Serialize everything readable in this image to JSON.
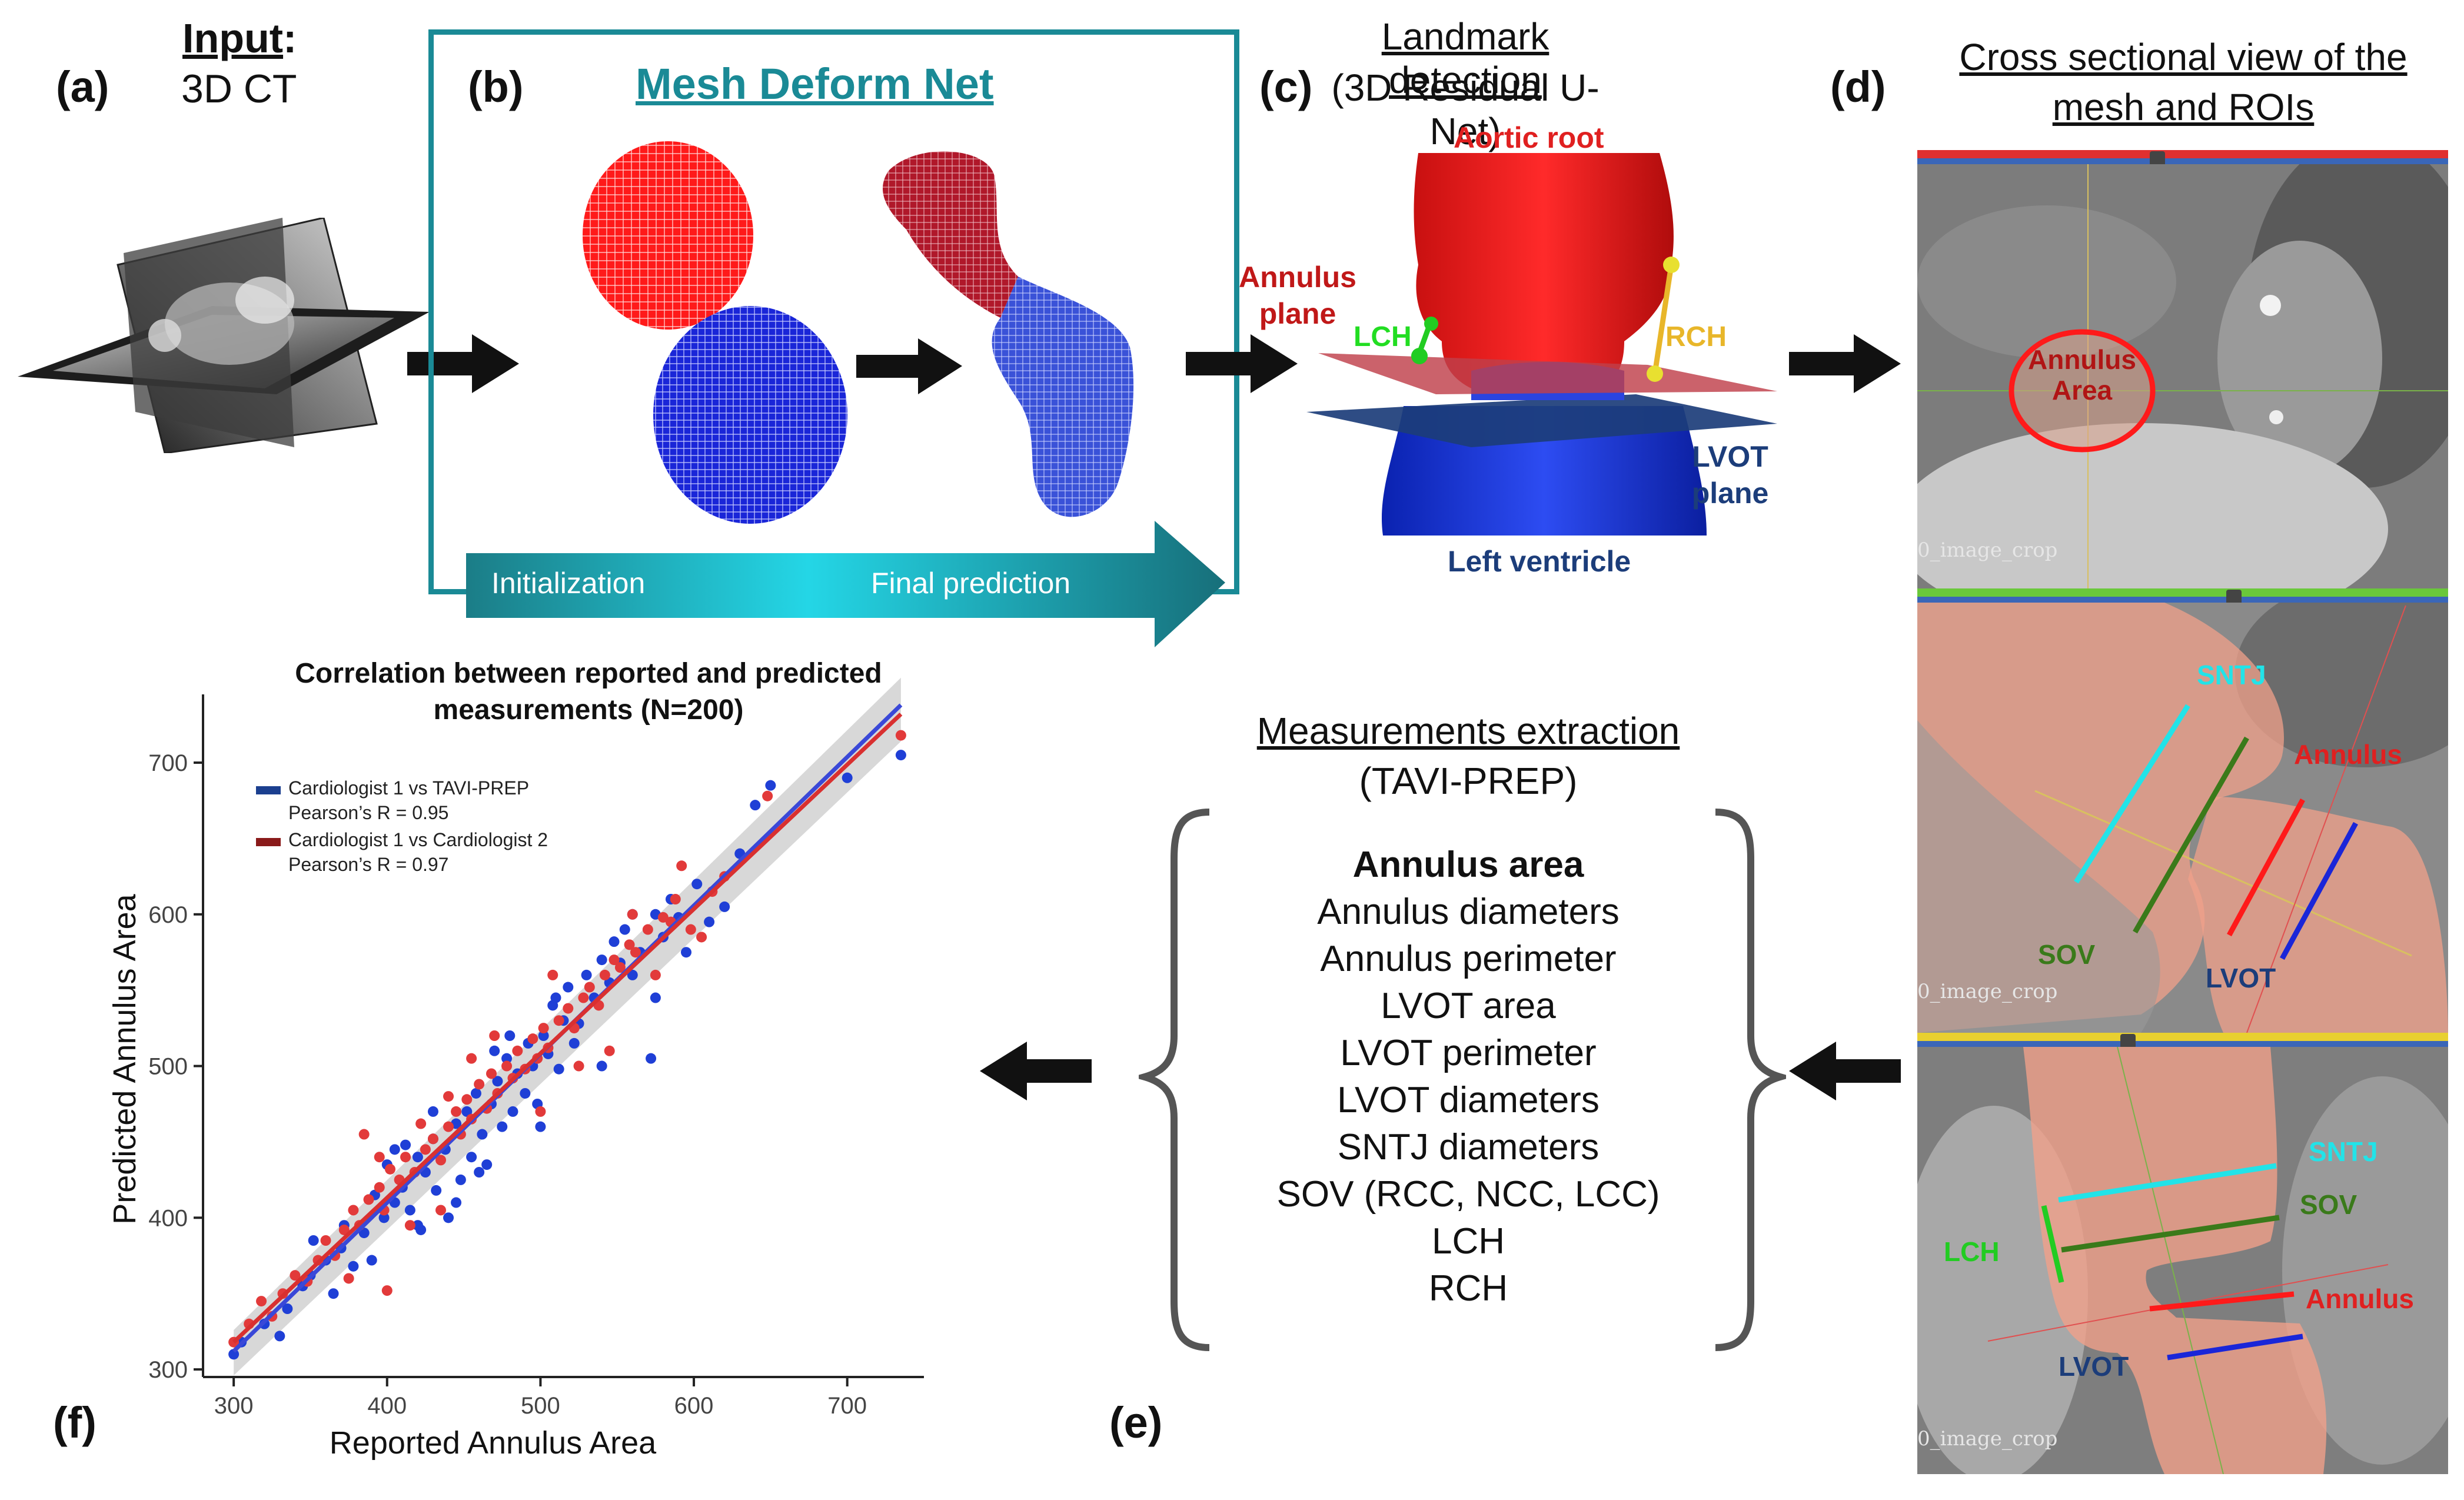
{
  "panel_a": {
    "label": "(a)",
    "title_bold": "Input",
    "title_colon": ":",
    "subtitle": "3D CT"
  },
  "panel_b": {
    "label": "(b)",
    "title": "Mesh Deform Net",
    "title_color": "#1a8a96",
    "box_color": "#1a8a96",
    "arrow_left": "Initialization",
    "arrow_right": "Final prediction"
  },
  "panel_c": {
    "label": "(c)",
    "title": "Landmark detection",
    "subtitle": "(3D Residual U-Net)",
    "aortic_root": "Aortic root",
    "annulus_plane_1": "Annulus",
    "annulus_plane_2": "plane",
    "lch": "LCH",
    "rch": "RCH",
    "lvot_plane_1": "LVOT",
    "lvot_plane_2": "plane",
    "left_ventricle": "Left ventricle"
  },
  "panel_d": {
    "label": "(d)",
    "title_1": "Cross sectional view of the",
    "title_2": "mesh and ROIs",
    "annulus_area_1": "Annulus",
    "annulus_area_2": "Area",
    "image_crop": "0_image_crop",
    "sntj": "SNTJ",
    "annulus": "Annulus",
    "sov": "SOV",
    "lvot": "LVOT",
    "lch": "LCH"
  },
  "panel_e": {
    "label": "(e)",
    "title": "Measurements extraction",
    "subtitle": "(TAVI-PREP)",
    "items": [
      "Annulus area",
      "Annulus diameters",
      "Annulus perimeter",
      "LVOT area",
      "LVOT perimeter",
      "LVOT diameters",
      "SNTJ diameters",
      "SOV (RCC, NCC, LCC)",
      "LCH",
      "RCH"
    ]
  },
  "panel_f": {
    "label": "(f)"
  },
  "colors": {
    "red": "#e02020",
    "blue": "#2a3ccf",
    "teal": "#1a8a96",
    "navy": "#1c3d7a",
    "cyan": "#22e3e8",
    "olive": "#3a7a1a",
    "green": "#22cc22",
    "gold": "#e8b62a"
  },
  "chart_data": {
    "type": "scatter",
    "title": "Correlation between reported and predicted measurements (N=200)",
    "title_line1": "Correlation between reported and predicted",
    "title_line2": "measurements (N=200)",
    "xlabel": "Reported Annulus Area",
    "ylabel": "Predicted Annulus Area",
    "xlim": [
      280,
      750
    ],
    "ylim": [
      295,
      745
    ],
    "xticks": [
      300,
      400,
      500,
      600,
      700
    ],
    "yticks": [
      300,
      400,
      500,
      600,
      700
    ],
    "legend_position": "top-left",
    "series": [
      {
        "name": "Cardiologist 1 vs TAVI-PREP",
        "stat": "Pearson’s R = 0.95",
        "color": "#1f3fd6",
        "fit": [
          [
            300,
            312
          ],
          [
            735,
            738
          ]
        ],
        "points": [
          [
            300,
            310
          ],
          [
            305,
            318
          ],
          [
            320,
            330
          ],
          [
            330,
            322
          ],
          [
            335,
            340
          ],
          [
            345,
            355
          ],
          [
            350,
            362
          ],
          [
            352,
            385
          ],
          [
            360,
            372
          ],
          [
            365,
            350
          ],
          [
            370,
            380
          ],
          [
            372,
            395
          ],
          [
            378,
            368
          ],
          [
            385,
            390
          ],
          [
            390,
            372
          ],
          [
            392,
            415
          ],
          [
            398,
            400
          ],
          [
            400,
            435
          ],
          [
            405,
            410
          ],
          [
            410,
            420
          ],
          [
            412,
            448
          ],
          [
            415,
            405
          ],
          [
            420,
            440
          ],
          [
            422,
            392
          ],
          [
            425,
            430
          ],
          [
            430,
            452
          ],
          [
            432,
            418
          ],
          [
            438,
            445
          ],
          [
            440,
            400
          ],
          [
            445,
            462
          ],
          [
            448,
            425
          ],
          [
            452,
            470
          ],
          [
            455,
            440
          ],
          [
            458,
            482
          ],
          [
            462,
            455
          ],
          [
            465,
            435
          ],
          [
            468,
            475
          ],
          [
            472,
            490
          ],
          [
            475,
            460
          ],
          [
            478,
            505
          ],
          [
            482,
            470
          ],
          [
            485,
            495
          ],
          [
            490,
            482
          ],
          [
            492,
            515
          ],
          [
            495,
            500
          ],
          [
            498,
            475
          ],
          [
            502,
            520
          ],
          [
            505,
            508
          ],
          [
            508,
            540
          ],
          [
            512,
            498
          ],
          [
            515,
            530
          ],
          [
            518,
            552
          ],
          [
            522,
            515
          ],
          [
            525,
            528
          ],
          [
            530,
            560
          ],
          [
            535,
            545
          ],
          [
            540,
            570
          ],
          [
            545,
            555
          ],
          [
            548,
            582
          ],
          [
            552,
            568
          ],
          [
            555,
            590
          ],
          [
            560,
            600
          ],
          [
            565,
            575
          ],
          [
            572,
            505
          ],
          [
            575,
            545
          ],
          [
            580,
            585
          ],
          [
            585,
            610
          ],
          [
            590,
            598
          ],
          [
            595,
            575
          ],
          [
            602,
            620
          ],
          [
            610,
            595
          ],
          [
            620,
            605
          ],
          [
            630,
            640
          ],
          [
            640,
            672
          ],
          [
            650,
            685
          ],
          [
            700,
            690
          ],
          [
            735,
            705
          ],
          [
            420,
            395
          ],
          [
            445,
            410
          ],
          [
            460,
            430
          ],
          [
            480,
            520
          ],
          [
            500,
            460
          ],
          [
            510,
            545
          ],
          [
            540,
            500
          ],
          [
            575,
            600
          ],
          [
            560,
            560
          ],
          [
            470,
            510
          ],
          [
            430,
            470
          ],
          [
            405,
            445
          ]
        ]
      },
      {
        "name": "Cardiologist 1 vs Cardiologist 2",
        "stat": "Pearson’s R = 0.97",
        "color": "#e23a3a",
        "fit": [
          [
            300,
            318
          ],
          [
            735,
            732
          ]
        ],
        "points": [
          [
            300,
            318
          ],
          [
            310,
            330
          ],
          [
            318,
            345
          ],
          [
            325,
            335
          ],
          [
            332,
            350
          ],
          [
            340,
            362
          ],
          [
            348,
            358
          ],
          [
            355,
            372
          ],
          [
            360,
            385
          ],
          [
            366,
            375
          ],
          [
            372,
            392
          ],
          [
            378,
            405
          ],
          [
            382,
            395
          ],
          [
            385,
            455
          ],
          [
            388,
            412
          ],
          [
            395,
            420
          ],
          [
            398,
            405
          ],
          [
            402,
            432
          ],
          [
            408,
            425
          ],
          [
            412,
            440
          ],
          [
            418,
            430
          ],
          [
            422,
            462
          ],
          [
            425,
            445
          ],
          [
            430,
            452
          ],
          [
            435,
            438
          ],
          [
            440,
            460
          ],
          [
            445,
            470
          ],
          [
            448,
            455
          ],
          [
            452,
            478
          ],
          [
            455,
            465
          ],
          [
            460,
            488
          ],
          [
            465,
            472
          ],
          [
            468,
            495
          ],
          [
            472,
            482
          ],
          [
            478,
            500
          ],
          [
            482,
            492
          ],
          [
            485,
            510
          ],
          [
            490,
            498
          ],
          [
            495,
            518
          ],
          [
            498,
            505
          ],
          [
            502,
            525
          ],
          [
            505,
            512
          ],
          [
            508,
            560
          ],
          [
            512,
            530
          ],
          [
            518,
            538
          ],
          [
            522,
            525
          ],
          [
            528,
            545
          ],
          [
            532,
            552
          ],
          [
            538,
            540
          ],
          [
            542,
            560
          ],
          [
            548,
            570
          ],
          [
            552,
            565
          ],
          [
            558,
            580
          ],
          [
            562,
            575
          ],
          [
            570,
            590
          ],
          [
            575,
            560
          ],
          [
            580,
            598
          ],
          [
            588,
            610
          ],
          [
            592,
            632
          ],
          [
            598,
            590
          ],
          [
            605,
            585
          ],
          [
            612,
            615
          ],
          [
            620,
            625
          ],
          [
            648,
            678
          ],
          [
            735,
            718
          ],
          [
            400,
            352
          ],
          [
            415,
            395
          ],
          [
            440,
            480
          ],
          [
            470,
            520
          ],
          [
            500,
            470
          ],
          [
            525,
            500
          ],
          [
            545,
            510
          ],
          [
            560,
            600
          ],
          [
            585,
            595
          ],
          [
            455,
            505
          ],
          [
            395,
            440
          ],
          [
            375,
            360
          ],
          [
            435,
            405
          ]
        ]
      }
    ]
  }
}
